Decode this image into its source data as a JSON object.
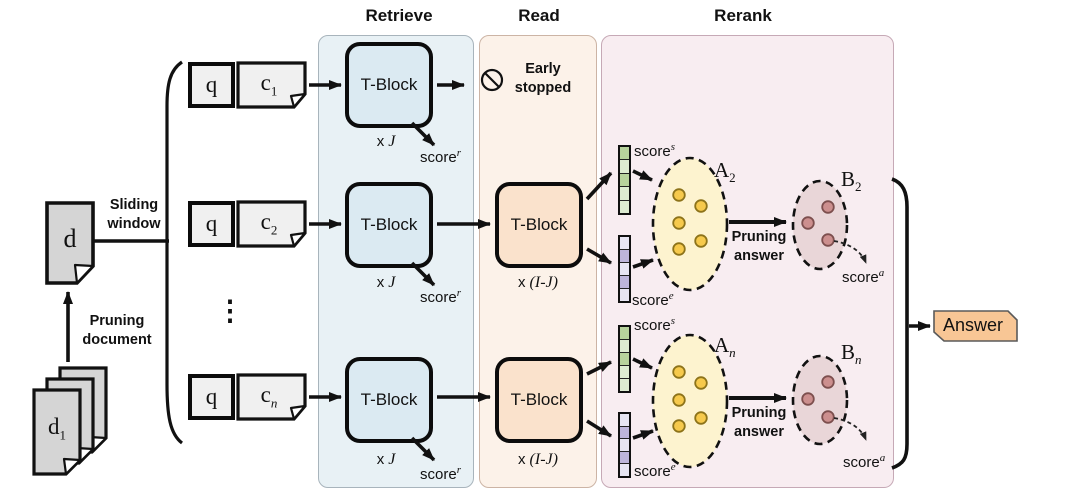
{
  "colors": {
    "panel_retrieve_bg": "#e8f1f5",
    "panel_read_bg": "#fcf2e9",
    "panel_rerank_bg": "#f8edf1",
    "tblock_retrieve_bg": "#dbeaf2",
    "tblock_read_bg": "#fae2cc",
    "box_fill": "#f0f0f0",
    "doc_fill": "#d5d5d5",
    "bar_green_light": "#ddebd1",
    "bar_green_dark": "#b7d29c",
    "bar_purple_light": "#e7e5f2",
    "bar_purple_dark": "#bdb5da",
    "ellipse_a_fill": "#fdf3cf",
    "dot_a_fill": "#f6c94c",
    "dot_a_border": "#8d731a",
    "ellipse_b_fill": "#e9d6d8",
    "dot_b_fill": "#cc8f8e",
    "dot_b_border": "#7d4f4e",
    "answer_fill": "#f8c695",
    "line_color": "#111111"
  },
  "headers": {
    "retrieve": "Retrieve",
    "read": "Read",
    "rerank": "Rerank"
  },
  "left": {
    "doc_label": {
      "base": "d"
    },
    "stack_label": {
      "base": "d",
      "sub": "1"
    },
    "sliding_window": {
      "line1": "Sliding",
      "line2": "window"
    },
    "pruning_document": {
      "line1": "Pruning",
      "line2": "document"
    },
    "ellipsis": "⋮",
    "rows": [
      {
        "q": "q",
        "c_base": "c",
        "c_sub": "1"
      },
      {
        "q": "q",
        "c_base": "c",
        "c_sub": "2"
      },
      {
        "q": "q",
        "c_base": "c",
        "c_sub": "n"
      }
    ]
  },
  "retrieve": {
    "blocks": [
      {
        "label": "T-Block",
        "mult_prefix": "x",
        "mult_math": "J",
        "score_base": "score",
        "score_sup": "r"
      },
      {
        "label": "T-Block",
        "mult_prefix": "x",
        "mult_math": "J",
        "score_base": "score",
        "score_sup": "r"
      },
      {
        "label": "T-Block",
        "mult_prefix": "x",
        "mult_math": "J",
        "score_base": "score",
        "score_sup": "r"
      }
    ]
  },
  "read": {
    "early": {
      "line1": "Early",
      "line2": "stopped"
    },
    "blocks": [
      {
        "label": "T-Block",
        "mult_prefix": "x",
        "mult_math": "(I-J)"
      },
      {
        "label": "T-Block",
        "mult_prefix": "x",
        "mult_math": "(I-J)"
      }
    ]
  },
  "rerank": {
    "groups": [
      {
        "score_s_base": "score",
        "score_s_sup": "s",
        "score_e_base": "score",
        "score_e_sup": "e",
        "score_a_base": "score",
        "score_a_sup": "a",
        "a_base": "A",
        "a_sub": "2",
        "b_base": "B",
        "b_sub": "2",
        "pruning_line1": "Pruning",
        "pruning_line2": "answer"
      },
      {
        "score_s_base": "score",
        "score_s_sup": "s",
        "score_e_base": "score",
        "score_e_sup": "e",
        "score_a_base": "score",
        "score_a_sup": "a",
        "a_base": "A",
        "a_sub": "n",
        "b_base": "B",
        "b_sub": "n",
        "pruning_line1": "Pruning",
        "pruning_line2": "answer"
      }
    ]
  },
  "answer": {
    "label": "Answer"
  }
}
